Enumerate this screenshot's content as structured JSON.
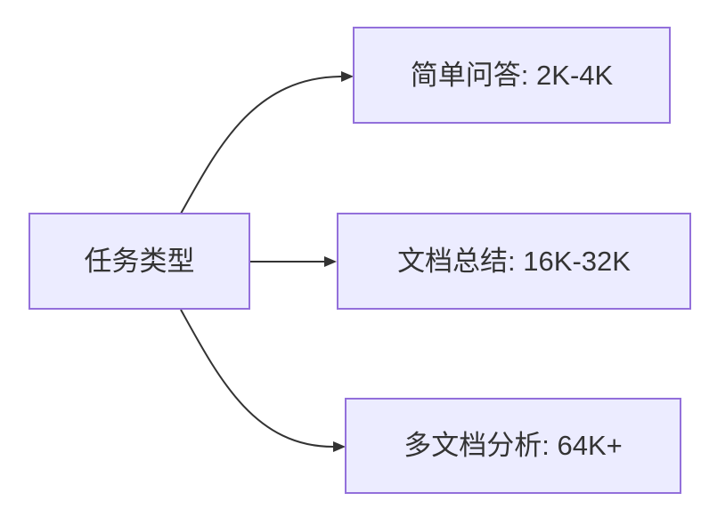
{
  "diagram": {
    "type": "flowchart",
    "direction": "left-to-right",
    "root": {
      "label": "任务类型"
    },
    "branches": [
      {
        "label": "简单问答: 2K-4K"
      },
      {
        "label": "文档总结: 16K-32K"
      },
      {
        "label": "多文档分析: 64K+"
      }
    ],
    "edges": [
      {
        "from": "任务类型",
        "to": "简单问答: 2K-4K"
      },
      {
        "from": "任务类型",
        "to": "文档总结: 16K-32K"
      },
      {
        "from": "任务类型",
        "to": "多文档分析: 64K+"
      }
    ],
    "colors": {
      "node_fill": "#ECECFF",
      "node_border": "#9370DB",
      "edge_line": "#333333",
      "text": "#333333",
      "background": "#FFFFFF"
    }
  }
}
